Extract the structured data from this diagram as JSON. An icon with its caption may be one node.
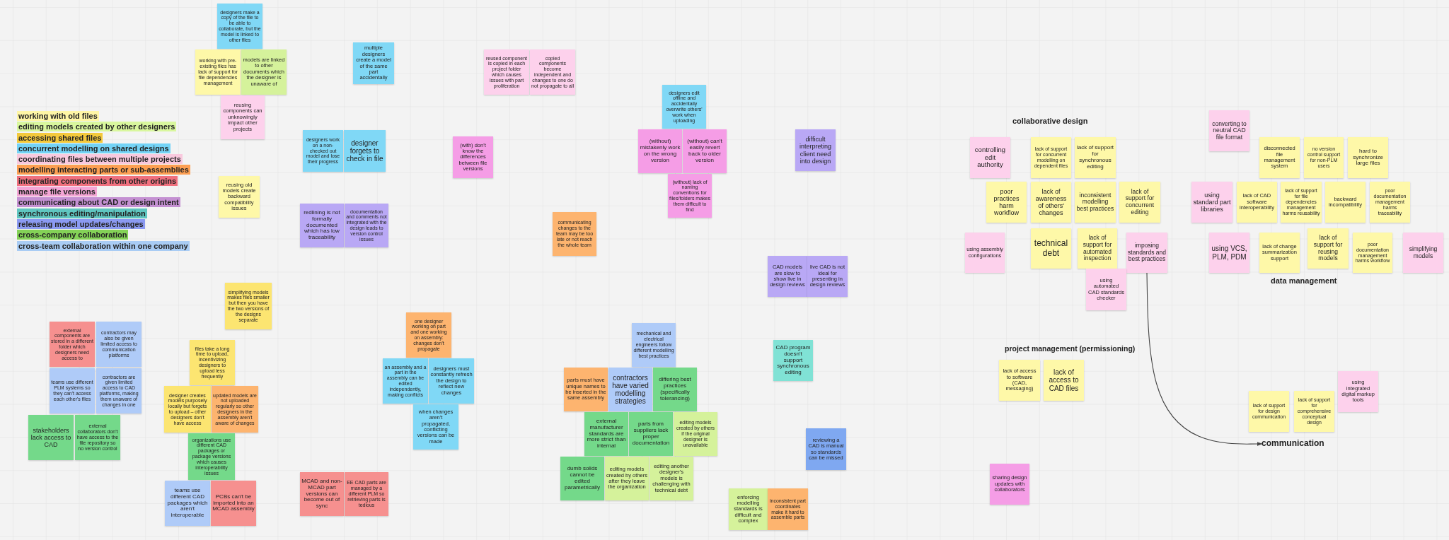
{
  "diagram": {
    "nodes": [
      {
        "text": [
          "designers make a copy of the file to be able to collaborate, but the model is linked to other files"
        ]
      },
      {
        "text": [
          "working with pre-existing files has lack of support for file dependencies management"
        ]
      },
      {
        "text": [
          "models are linked to other documents which the designer is unaware of"
        ]
      },
      {
        "text": [
          "reusing components can unknowingly impact other projects"
        ]
      },
      {
        "text": [
          "multiple designers create a model of the same part accidentally"
        ]
      },
      {
        "text": [
          "reused component is copied in each project folder which causes issues with part proliferation"
        ]
      },
      {
        "text": [
          "copied components become independent and changes to one do not propagate to all"
        ]
      },
      {
        "text": [
          "designers edit offline and accidentally overwrite others' work when uploading"
        ]
      },
      {
        "text": [
          "(without) mistakenly work on the wrong version"
        ]
      },
      {
        "text": [
          "(without) can't easily revert back to older version"
        ]
      },
      {
        "text": [
          "(without) lack of naming conventions for files/folders makes them difficult to find"
        ]
      },
      {
        "text": [
          "difficult interpreting client need into design"
        ]
      },
      {
        "text": [
          "designers work on a non-checked out model and lose their progress"
        ]
      },
      {
        "text": [
          "designer forgets to check in file"
        ]
      },
      {
        "text": [
          "(with) don't know the differences between file versions"
        ]
      },
      {
        "text": [
          "reusing old models create backward compatibility issues"
        ]
      },
      {
        "text": [
          "redlining is not formally documented which has low traceability"
        ]
      },
      {
        "text": [
          "documentation and comments not integrated with the design leads to version control issues"
        ]
      },
      {
        "text": [
          "communicating changes to the team may be too late or not reach the whole team"
        ]
      },
      {
        "text": [
          "controlling edit authority"
        ]
      },
      {
        "text": [
          "lack of support for concurrent modelling on dependent files"
        ]
      },
      {
        "text": [
          "lack of support for synchronous editing"
        ]
      },
      {
        "text": [
          "poor practices harm workflow"
        ]
      },
      {
        "text": [
          "lack of awareness of others' changes"
        ]
      },
      {
        "text": [
          "inconsistent modelling best practices"
        ]
      },
      {
        "text": [
          "lack of support for concurrent editing"
        ]
      },
      {
        "text": [
          "using assembly configurations"
        ]
      },
      {
        "text": [
          "technical debt"
        ]
      },
      {
        "text": [
          "lack of support for automated inspection"
        ]
      },
      {
        "text": [
          "imposing standards and best practices"
        ]
      },
      {
        "text": [
          "using automated CAD standards checker"
        ]
      },
      {
        "text": [
          "converting to neutral CAD file format"
        ]
      },
      {
        "text": [
          "disconnected file management system"
        ]
      },
      {
        "text": [
          "no version control support for non-PLM users"
        ]
      },
      {
        "text": [
          "hard to synchronize large files"
        ]
      },
      {
        "text": [
          "using standard part libraries"
        ]
      },
      {
        "text": [
          "lack of CAD software interoperability"
        ]
      },
      {
        "text": [
          "lack of support for file dependencies management harms reusability"
        ]
      },
      {
        "text": [
          "backward incompatibility"
        ]
      },
      {
        "text": [
          "poor documentation management harms traceability"
        ]
      },
      {
        "text": [
          "using VCS, PLM, PDM"
        ]
      },
      {
        "text": [
          "lack of change summarization support"
        ]
      },
      {
        "text": [
          "lack of support for reusing models"
        ]
      },
      {
        "text": [
          "poor documentation management harms workflow"
        ]
      },
      {
        "text": [
          "simplifying models"
        ]
      },
      {
        "text": [
          "CAD models are slow to show live in design reviews"
        ]
      },
      {
        "text": [
          "live CAD is not ideal for presenting in design reviews"
        ]
      },
      {
        "text": [
          "simplifying models makes files smaller but then you have the two versions of the designs separate"
        ]
      },
      {
        "text": [
          "one designer working on part and one working on assembly: changes don't propagate"
        ]
      },
      {
        "text": [
          "external components are stored in a different folder which designers need access to"
        ]
      },
      {
        "text": [
          "contractors may also be given limited access to communication platforms"
        ]
      },
      {
        "text": [
          "mechanical and electrical engineers follow different modelling best practices"
        ]
      },
      {
        "text": [
          "CAD program doesn't support synchronous editing"
        ]
      },
      {
        "text": [
          "files take a long time to upload, incentivizing designers to upload less frequently"
        ]
      },
      {
        "text": [
          "lack of access to software (CAD, messaging)"
        ]
      },
      {
        "text": [
          "lack of access to CAD files"
        ]
      },
      {
        "text": [
          "an assembly and a part in the assembly can be edited independently, making conflicts"
        ]
      },
      {
        "text": [
          "designers must constantly refresh the design to reflect new changes"
        ]
      },
      {
        "text": [
          "parts must have unique names to be inserted in the same assembly"
        ]
      },
      {
        "text": [
          "contractors have varied modelling strategies"
        ]
      },
      {
        "text": [
          "differing best practices (specifically tolerancing)"
        ]
      },
      {
        "text": [
          "contractors are given limited access to CAD platforms, making them unaware of changes in one"
        ]
      },
      {
        "text": [
          "teams use different PLM systems so they can't access each other's files"
        ]
      },
      {
        "text": [
          "using integrated digital markup tools"
        ]
      },
      {
        "text": [
          "designer creates models purposely locally but forgets to upload – other designers don't have access"
        ]
      },
      {
        "text": [
          "updated models are not uploaded regularly so other designers in the assembly aren't aware of changes"
        ]
      },
      {
        "text": [
          "lack of support for design communication"
        ]
      },
      {
        "text": [
          "lack of support for comprehensive conceptual design"
        ]
      },
      {
        "text": [
          "when changes aren't propagated, conflicting versions can be made"
        ]
      },
      {
        "text": [
          "external manufacturer standards are more strict than internal"
        ]
      },
      {
        "text": [
          "parts from suppliers lack proper documentation"
        ]
      },
      {
        "text": [
          "editing models created by others if the original designer is unavailable"
        ]
      },
      {
        "text": [
          "stakeholders lack access to CAD"
        ]
      },
      {
        "text": [
          "external collaborators don't have access to the file repository so no version control"
        ]
      },
      {
        "text": [
          "reviewing a CAD is manual so standards can be missed"
        ]
      },
      {
        "text": [
          "communication"
        ]
      },
      {
        "text": [
          "organizations use different CAD packages or package versions which causes interoperability issues"
        ]
      },
      {
        "text": [
          "dumb solids cannot be edited parametrically"
        ]
      },
      {
        "text": [
          "editing models created by others after they leave the organization"
        ]
      },
      {
        "text": [
          "editing another designer's models is challenging with technical debt"
        ]
      },
      {
        "text": [
          "sharing design updates with collaborators"
        ]
      },
      {
        "text": [
          "MCAD and non-MCAD part versions can become out of sync"
        ]
      },
      {
        "text": [
          "EE CAD parts are managed by a different PLM so retrieving parts is tedious"
        ]
      },
      {
        "text": [
          "enforcing modelling standards is difficult and complex"
        ]
      },
      {
        "text": [
          "inconsistent part coordinates make it hard to assemble parts"
        ]
      },
      {
        "text": [
          "teams use different CAD packages which aren't interoperable"
        ]
      },
      {
        "text": [
          "PCBs can't be imported into an MCAD assembly"
        ]
      }
    ],
    "edges": [
      {
        "from": 29,
        "to": 75,
        "arrow": "to"
      }
    ],
    "labels": [
      "collaborative design",
      "data management",
      "project management (permissioning)"
    ],
    "legend": [
      {
        "text": "working with old files",
        "color": "#fff6a6"
      },
      {
        "text": "editing models created by other designers",
        "color": "#d9f79e"
      },
      {
        "text": "accessing shared files",
        "color": "#f4c93c"
      },
      {
        "text": "concurrent modelling on shared designs",
        "color": "#74d3f6"
      },
      {
        "text": "coordinating files between multiple projects",
        "color": "#f9c9de"
      },
      {
        "text": "modelling interacting parts or sub-assemblies",
        "color": "#fd9f52"
      },
      {
        "text": "integrating components from other origins",
        "color": "#f0707e"
      },
      {
        "text": "manage file versions",
        "color": "#f5a6d6"
      },
      {
        "text": "communicating about CAD or design intent",
        "color": "#c490d2"
      },
      {
        "text": "synchronous editing/manipulation",
        "color": "#5fc6c0"
      },
      {
        "text": "releasing model updates/changes",
        "color": "#8b9af2"
      },
      {
        "text": "cross-company collaboration",
        "color": "#84d257"
      },
      {
        "text": "cross-team collaboration within one company",
        "color": "#a9ccf4"
      }
    ]
  }
}
